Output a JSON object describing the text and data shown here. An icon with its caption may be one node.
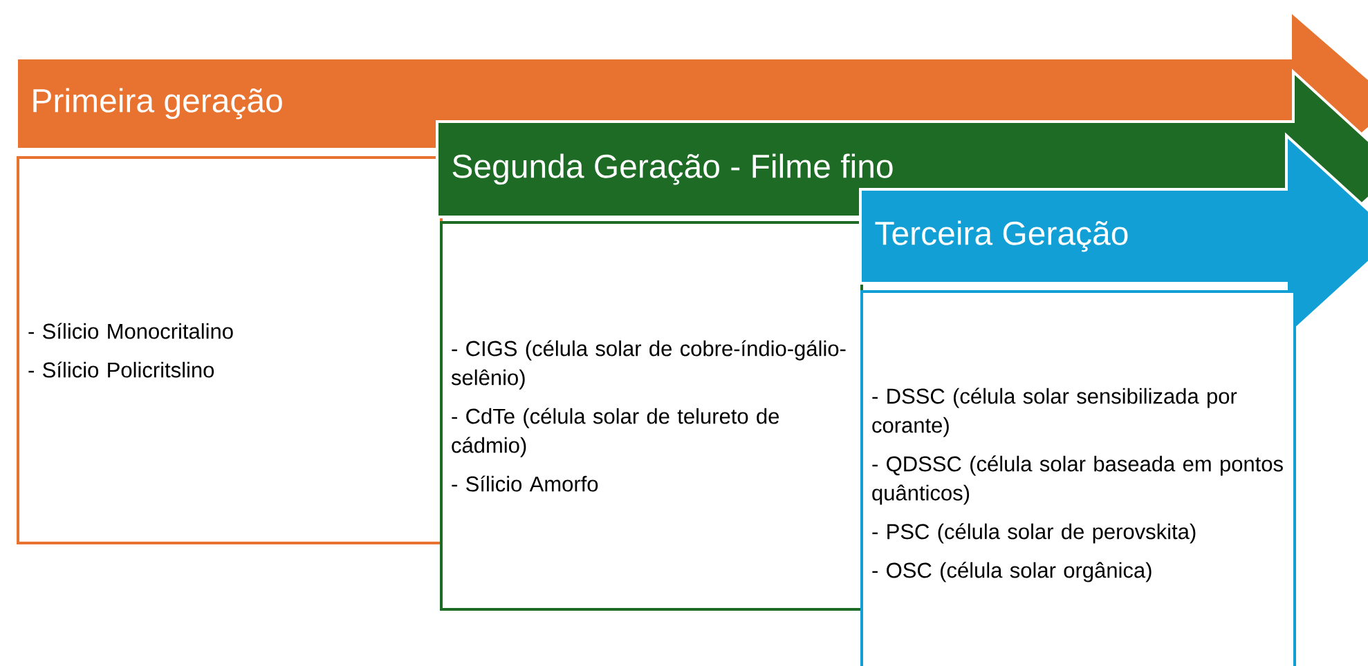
{
  "diagram": {
    "nodes": [
      {
        "text": [
          "Primeira geração"
        ]
      },
      {
        "text": [
          "- Sílicio Monocritalino",
          "- Sílicio Policritslino"
        ]
      },
      {
        "text": [
          "Segunda Geração - Filme fino"
        ]
      },
      {
        "text": [
          "- CIGS (célula solar de cobre-índio-gálio-selênio)",
          "- CdTe (célula solar de telureto de cádmio)",
          "- Sílicio Amorfo"
        ]
      },
      {
        "text": [
          "Terceira Geração"
        ]
      },
      {
        "text": [
          "- DSSC (célula solar sensibilizada por corante)",
          "- QDSSC (célula solar baseada em pontos quânticos)",
          "- PSC (célula solar de perovskita)",
          "- OSC (célula solar orgânica)"
        ]
      }
    ]
  }
}
